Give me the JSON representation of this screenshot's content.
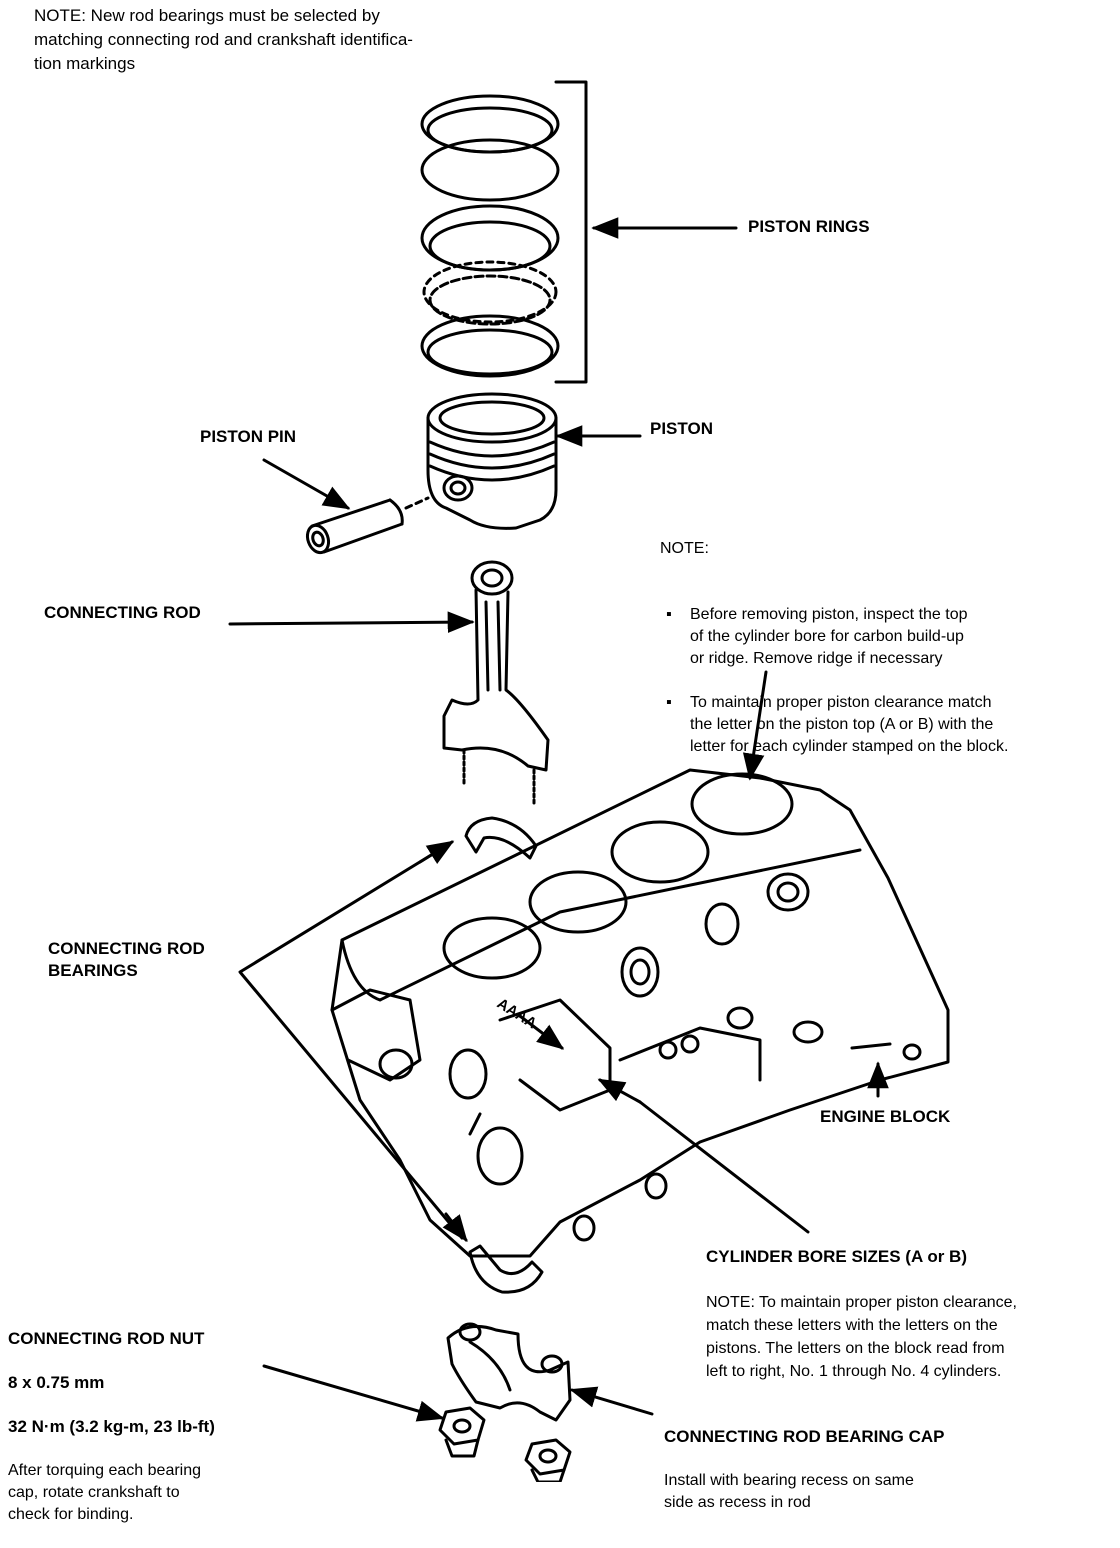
{
  "top_note": "NOTE: New rod bearings must be selected by\nmatching connecting rod and crankshaft identifica-\ntion markings",
  "labels": {
    "piston_rings": "PISTON RINGS",
    "piston_pin": "PISTON PIN",
    "piston": "PISTON",
    "connecting_rod": "CONNECTING ROD",
    "connecting_rod_bearings": "CONNECTING ROD\nBEARINGS",
    "engine_block": "ENGINE BLOCK",
    "block_letters": "AAAA"
  },
  "piston_note": {
    "heading": "NOTE:",
    "bullets": [
      "Before removing piston, inspect the top\nof the cylinder bore for carbon build-up\nor ridge. Remove ridge if necessary",
      "To maintain proper piston clearance match\nthe letter on the piston top (A or B) with the\nletter for each cylinder stamped on the block."
    ]
  },
  "bore_sizes": {
    "title": "CYLINDER BORE SIZES (A or B)",
    "note": "NOTE: To maintain proper piston clearance,\nmatch these letters with the letters on the\npistons. The letters on the block read from\nleft to right, No. 1 through No. 4 cylinders."
  },
  "rod_nut": {
    "title": "CONNECTING ROD NUT",
    "size": "8 x 0.75 mm",
    "torque": "32 N·m (3.2 kg-m, 23 lb-ft)",
    "note": "After torquing each bearing\ncap, rotate crankshaft to\ncheck for binding."
  },
  "bearing_cap": {
    "title": "CONNECTING ROD BEARING CAP",
    "note": "Install with bearing recess on same\nside as recess in rod"
  }
}
